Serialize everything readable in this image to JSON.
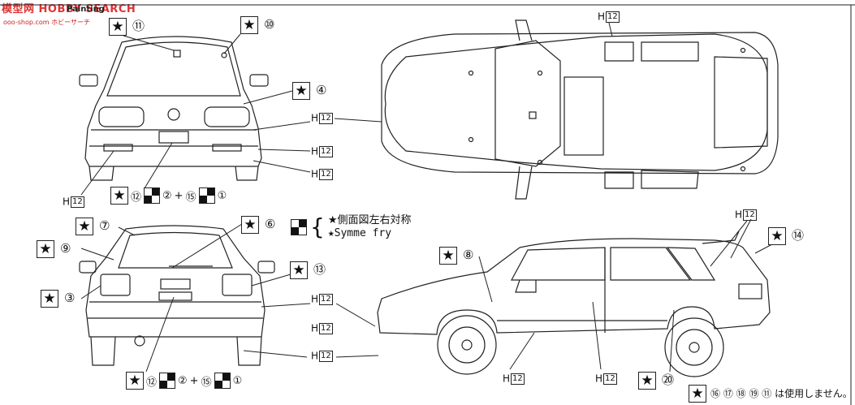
{
  "watermark": {
    "text": "模型网 HOBBY SEARCH",
    "sub": "ooo-shop.com ホビーサーチ"
  },
  "page_title": "Painting",
  "numbers": {
    "n11": "⑪",
    "n10": "⑩",
    "n4": "④",
    "n12": "⑫",
    "n2": "②",
    "n15": "⑮",
    "n1": "①",
    "n7": "⑦",
    "n6": "⑥",
    "n9": "⑨",
    "n13": "⑬",
    "n3": "③",
    "n8": "⑧",
    "n14": "⑭",
    "n20": "⑳"
  },
  "h_label": "H",
  "h_num": "12",
  "star": "★",
  "legend": {
    "line1": "★側面図左右対称",
    "line2": "★Symme fry"
  },
  "paint_formula": {
    "plus": "+"
  },
  "footnote": "⑯ ⑰ ⑱ ⑲ ⑪ は使用しません。"
}
